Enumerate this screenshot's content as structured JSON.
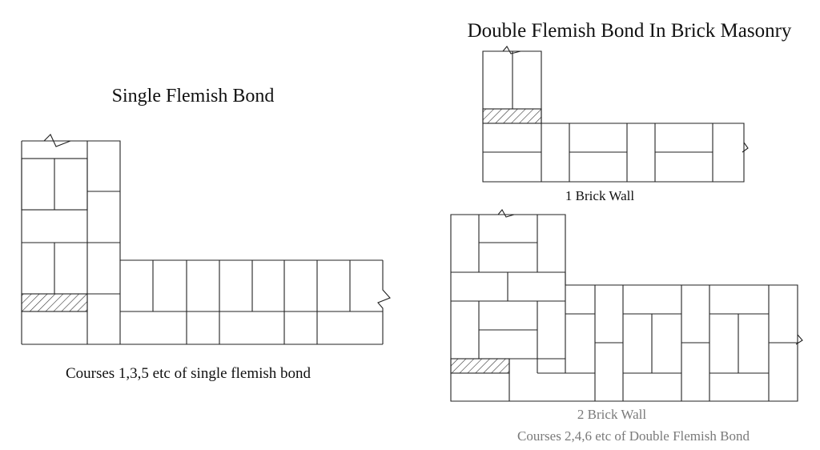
{
  "main_title": "Double Flemish Bond In Brick Masonry",
  "single": {
    "title": "Single Flemish Bond",
    "caption": "Courses 1,3,5 etc of single flemish bond"
  },
  "double": {
    "one_brick_label": "1 Brick Wall",
    "two_brick_label": "2 Brick Wall",
    "caption": "Courses 2,4,6 etc of Double Flemish Bond"
  },
  "colors": {
    "line": "#222222",
    "caption_gray": "#7a7a7a",
    "hatch": "#333333"
  }
}
